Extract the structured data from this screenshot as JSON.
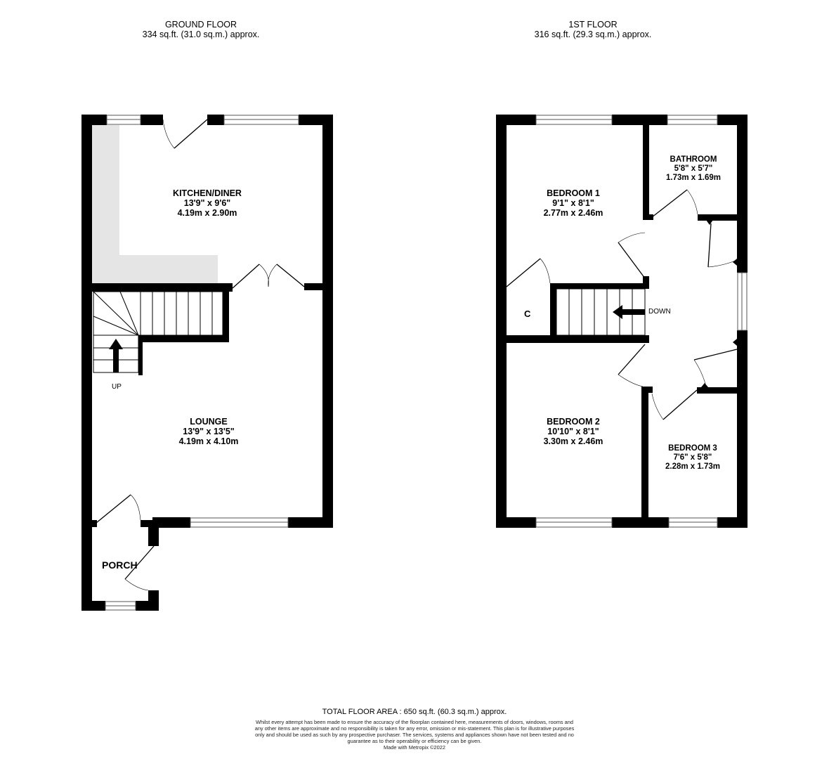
{
  "floors": {
    "ground": {
      "title": "GROUND FLOOR",
      "area": "334 sq.ft. (31.0 sq.m.) approx."
    },
    "first": {
      "title": "1ST FLOOR",
      "area": "316 sq.ft. (29.3 sq.m.) approx."
    }
  },
  "rooms": {
    "kitchen": {
      "name": "KITCHEN/DINER",
      "imperial": "13'9\"  x 9'6\"",
      "metric": "4.19m  x 2.90m"
    },
    "lounge": {
      "name": "LOUNGE",
      "imperial": "13'9\"  x 13'5\"",
      "metric": "4.19m  x 4.10m"
    },
    "porch": {
      "name": "PORCH"
    },
    "bedroom1": {
      "name": "BEDROOM 1",
      "imperial": "9'1\"  x 8'1\"",
      "metric": "2.77m  x 2.46m"
    },
    "bathroom": {
      "name": "BATHROOM",
      "imperial": "5'8\"  x 5'7\"",
      "metric": "1.73m  x 1.69m"
    },
    "bedroom2": {
      "name": "BEDROOM 2",
      "imperial": "10'10\"  x 8'1\"",
      "metric": "3.30m  x 2.46m"
    },
    "bedroom3": {
      "name": "BEDROOM 3",
      "imperial": "7'6\"  x 5'8\"",
      "metric": "2.28m  x 1.73m"
    },
    "cupboard": {
      "name": "C"
    }
  },
  "stairs": {
    "up_label": "UP",
    "down_label": "DOWN"
  },
  "colors": {
    "wall": "#000000",
    "worktop": "#e5e5e5",
    "background": "#ffffff"
  },
  "footer": {
    "total": "TOTAL FLOOR AREA : 650 sq.ft. (60.3 sq.m.) approx.",
    "disclaimer": "Whilst every attempt has been made to ensure the accuracy of the floorplan contained here, measurements of doors, windows, rooms and any other items are approximate and no responsibility is taken for any error, omission or mis-statement. This plan is for illustrative purposes only and should be used as such by any prospective purchaser. The services, systems and appliances shown have not been tested and no guarantee as to their operability or efficiency can be given.",
    "made_with": "Made with Metropix ©2022"
  }
}
